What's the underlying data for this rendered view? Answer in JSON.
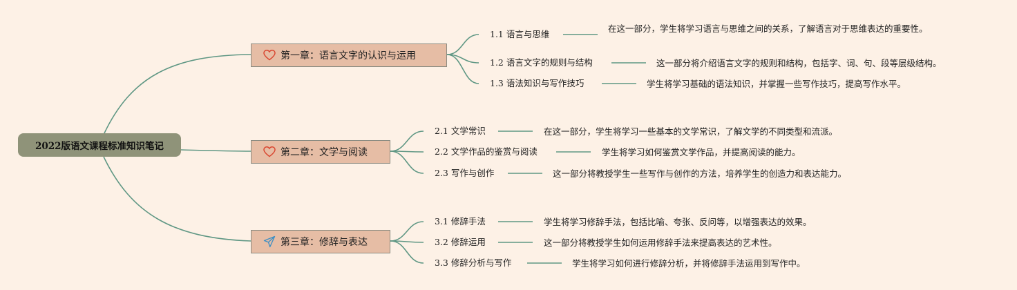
{
  "root": {
    "title": "2022版语文课程标准知识笔记"
  },
  "chapters": [
    {
      "title": "第一章：语言文字的认识与运用",
      "icon": "heart-icon",
      "items": [
        {
          "label": "1.1 语言与思维",
          "desc": "在这一部分，学生将学习语言与思维之间的关系，了解语言对于思维表达的重要性。"
        },
        {
          "label": "1.2 语言文字的规则与结构",
          "desc": "这一部分将介绍语言文字的规则和结构，包括字、词、句、段等层级结构。"
        },
        {
          "label": "1.3 语法知识与写作技巧",
          "desc": "学生将学习基础的语法知识，并掌握一些写作技巧，提高写作水平。"
        }
      ]
    },
    {
      "title": "第二章：文学与阅读",
      "icon": "heart-icon",
      "items": [
        {
          "label": "2.1 文学常识",
          "desc": "在这一部分，学生将学习一些基本的文学常识，了解文学的不同类型和流派。"
        },
        {
          "label": "2.2 文学作品的鉴赏与阅读",
          "desc": "学生将学习如何鉴赏文学作品，并提高阅读的能力。"
        },
        {
          "label": "2.3 写作与创作",
          "desc": "这一部分将教授学生一些写作与创作的方法，培养学生的创造力和表达能力。"
        }
      ]
    },
    {
      "title": "第三章：修辞与表达",
      "icon": "paper-plane-icon",
      "items": [
        {
          "label": "3.1 修辞手法",
          "desc": "学生将学习修辞手法，包括比喻、夸张、反问等，以增强表达的效果。"
        },
        {
          "label": "3.2 修辞运用",
          "desc": "这一部分将教授学生如何运用修辞手法来提高表达的艺术性。"
        },
        {
          "label": "3.3 修辞分析与写作",
          "desc": "学生将学习如何进行修辞分析，并将修辞手法运用到写作中。"
        }
      ]
    }
  ],
  "colors": {
    "background": "#fdf1e6",
    "root": "#8f9379",
    "chapter": "#e6bda5",
    "connector": "#5f9784",
    "heart": "#d9452f",
    "plane": "#3f8fc4"
  }
}
